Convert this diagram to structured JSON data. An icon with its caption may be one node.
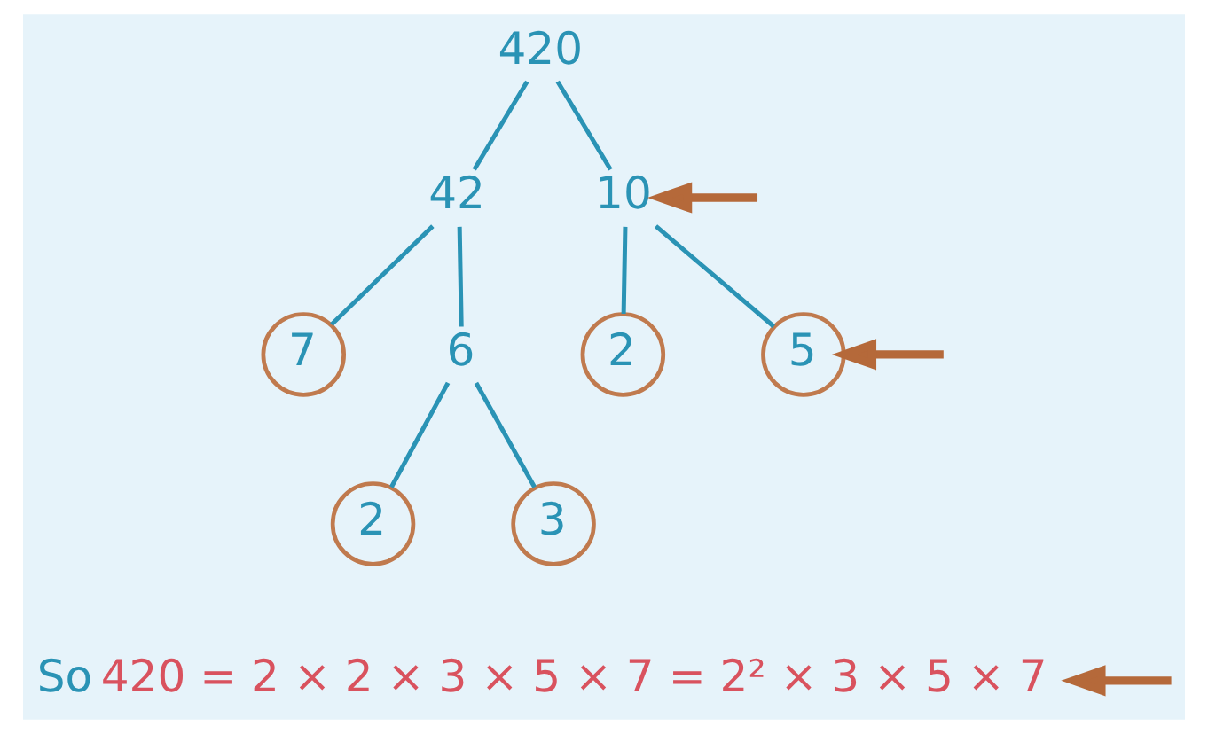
{
  "diagram": {
    "nodes": [
      {
        "text": [
          "420"
        ]
      },
      {
        "text": [
          "42"
        ]
      },
      {
        "text": [
          "10"
        ]
      },
      {
        "text": [
          "7"
        ]
      },
      {
        "text": [
          "6"
        ]
      },
      {
        "text": [
          "2"
        ]
      },
      {
        "text": [
          "5"
        ]
      },
      {
        "text": [
          "2"
        ]
      },
      {
        "text": [
          "3"
        ]
      },
      {
        "text": [
          "So",
          "420 = 2 × 2 × 3 × 5 × 7 = 2² × 3 × 5 × 7"
        ]
      }
    ],
    "edges": [
      {
        "from": 0,
        "to": 1,
        "arrow": "none"
      },
      {
        "from": 0,
        "to": 2,
        "arrow": "none"
      },
      {
        "from": 1,
        "to": 3,
        "arrow": "none"
      },
      {
        "from": 1,
        "to": 4,
        "arrow": "none"
      },
      {
        "from": 2,
        "to": 5,
        "arrow": "none"
      },
      {
        "from": 2,
        "to": 6,
        "arrow": "none"
      },
      {
        "from": 4,
        "to": 7,
        "arrow": "none"
      },
      {
        "from": 4,
        "to": 8,
        "arrow": "none"
      },
      {
        "from": null,
        "to": 2,
        "arrow": "to",
        "style": "thick",
        "color": "#b5693a"
      },
      {
        "from": null,
        "to": 6,
        "arrow": "to",
        "style": "thick",
        "color": "#b5693a"
      },
      {
        "from": null,
        "to": 9,
        "arrow": "to",
        "style": "thick",
        "color": "#b5693a"
      }
    ]
  }
}
